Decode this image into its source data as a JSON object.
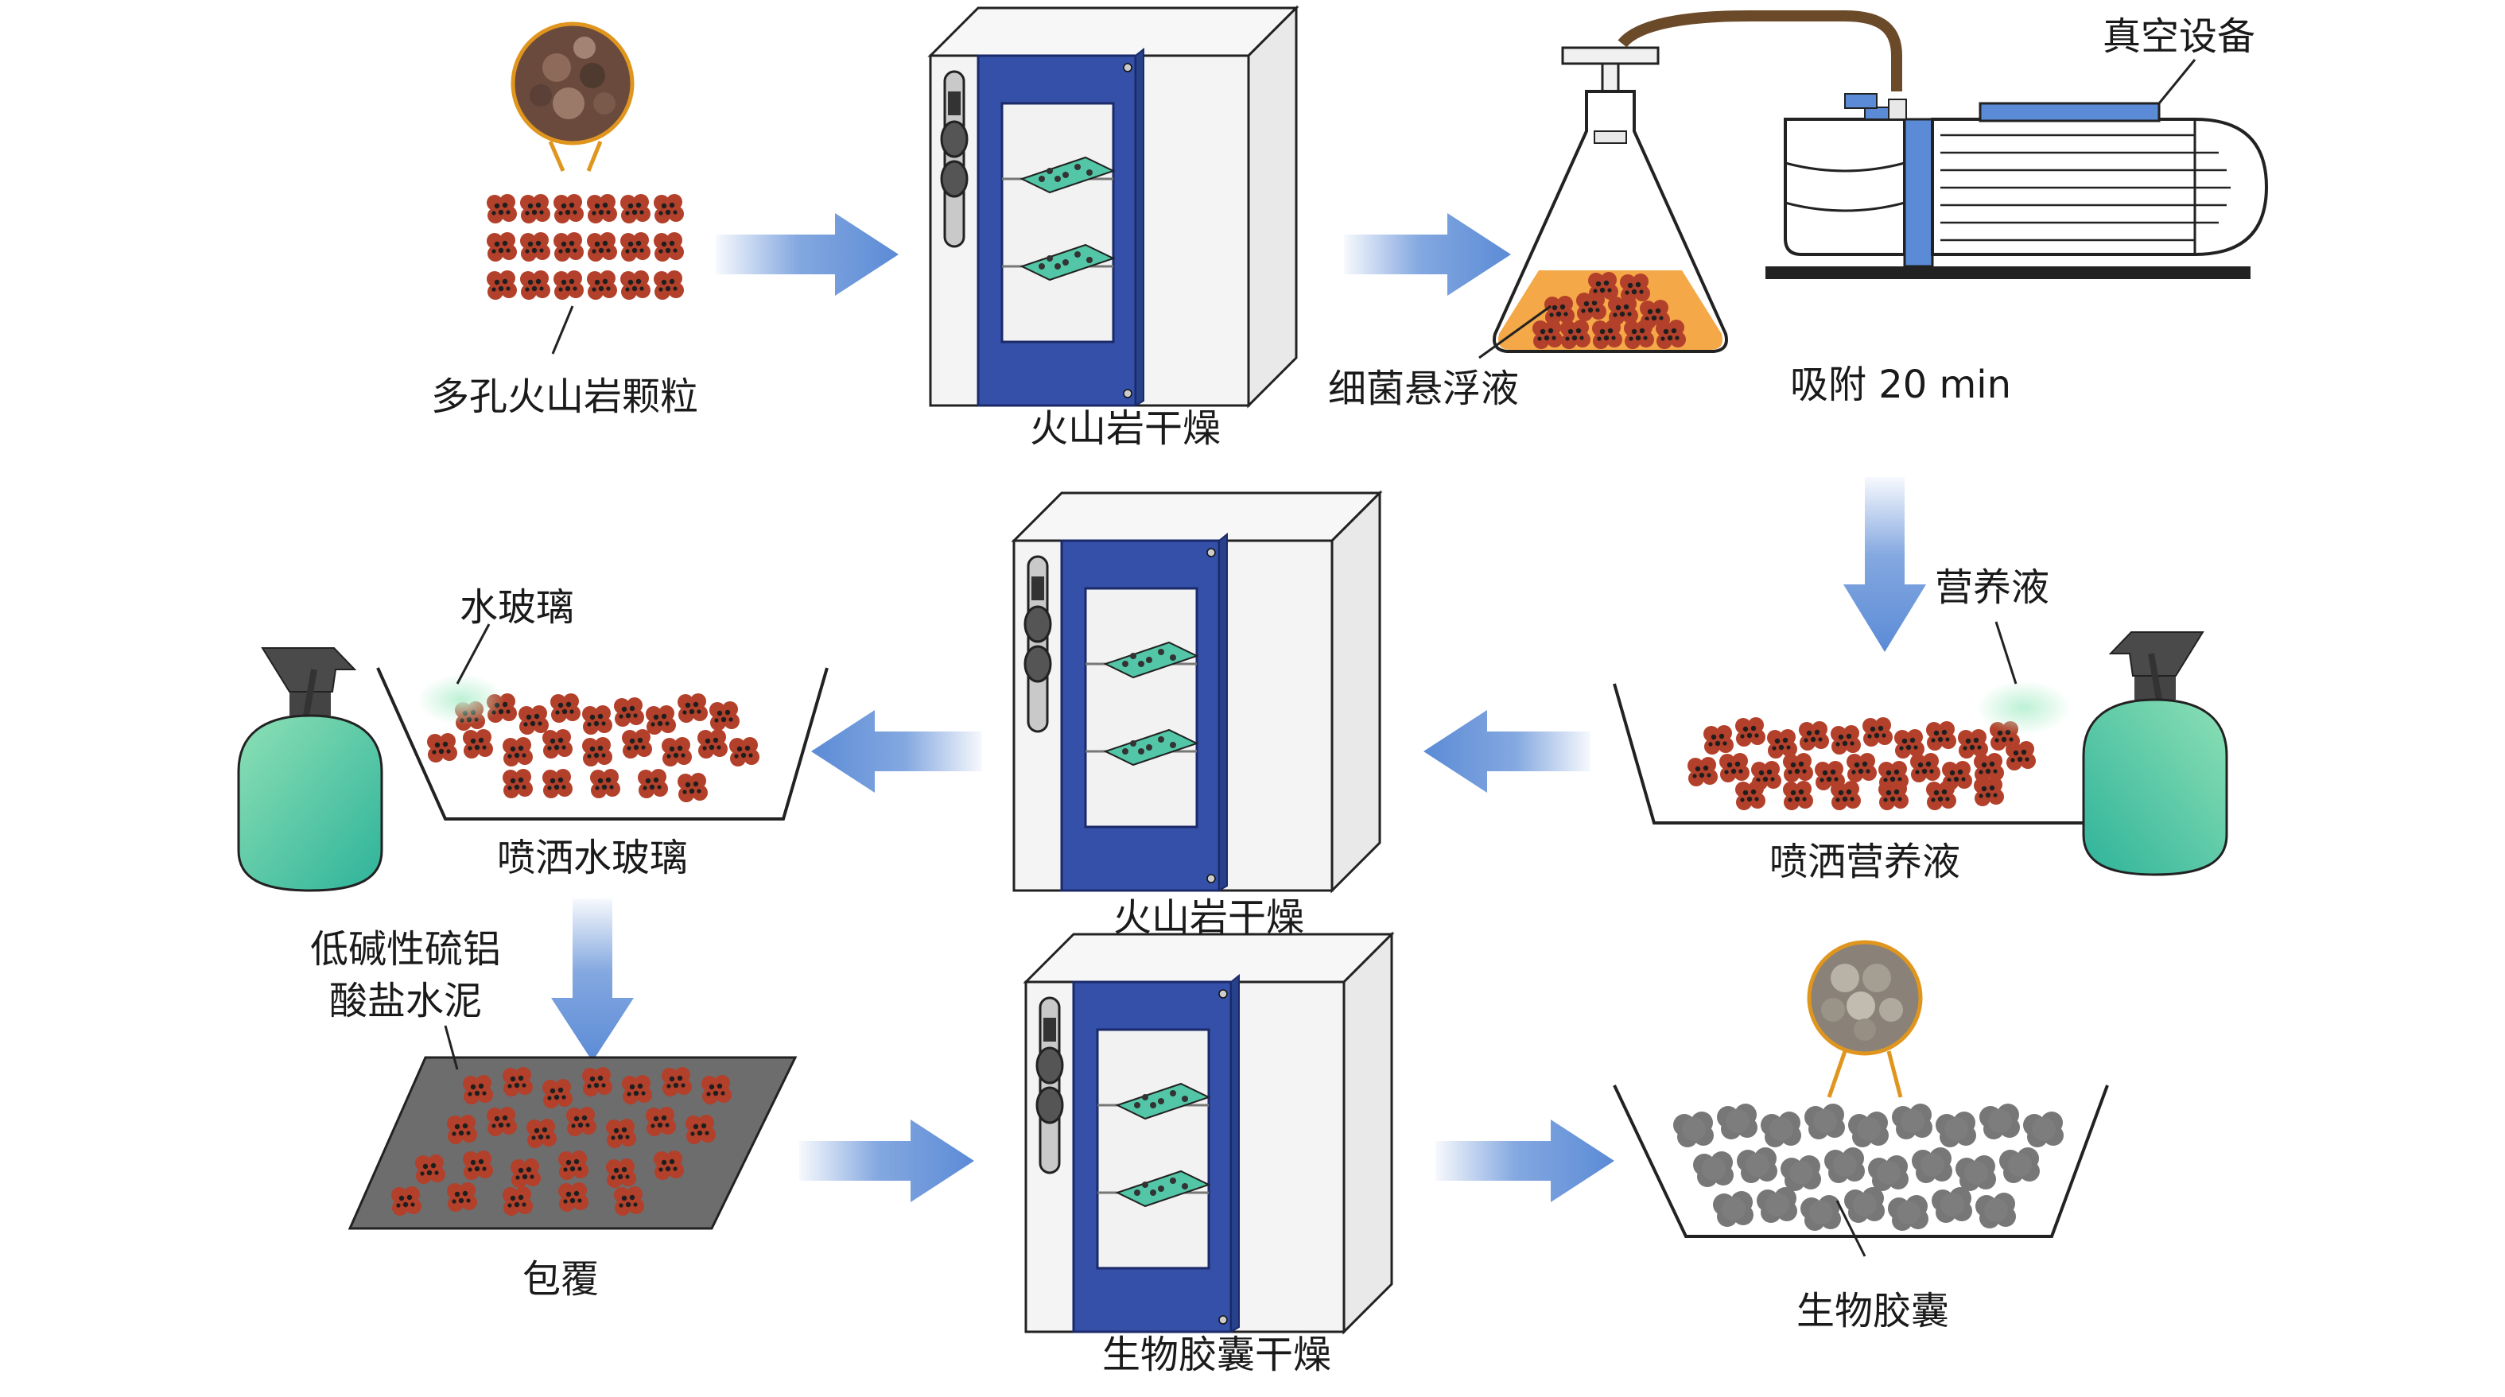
{
  "labels": {
    "porous_particles": "多孔火山岩颗粒",
    "dry_volcanic_1": "火山岩干燥",
    "bacteria_suspension": "细菌悬浮液",
    "vacuum_device": "真空设备",
    "adsorb_time": "吸附 20 min",
    "nutrient_solution": "营养液",
    "spray_nutrient": "喷洒营养液",
    "dry_volcanic_2": "火山岩干燥",
    "water_glass": "水玻璃",
    "spray_water_glass": "喷洒水玻璃",
    "cement_line1": "低碱性硫铝",
    "cement_line2": "酸盐水泥",
    "coating": "包覆",
    "dry_capsule": "生物胶囊干燥",
    "bio_capsule": "生物胶囊"
  },
  "colors": {
    "arrow_blue": "#5b8bd6",
    "oven_blue": "#3550a8",
    "particle_red": "#b3402a",
    "spray_green": "#4fc59a",
    "liquid_orange": "#f4a847",
    "capsule_gray": "#7a7a7a",
    "connector_orange": "#e0961e"
  },
  "icons": [
    "oven-icon",
    "vacuum-pump-icon",
    "flask-icon",
    "spray-bottle-icon",
    "tray-icon"
  ]
}
